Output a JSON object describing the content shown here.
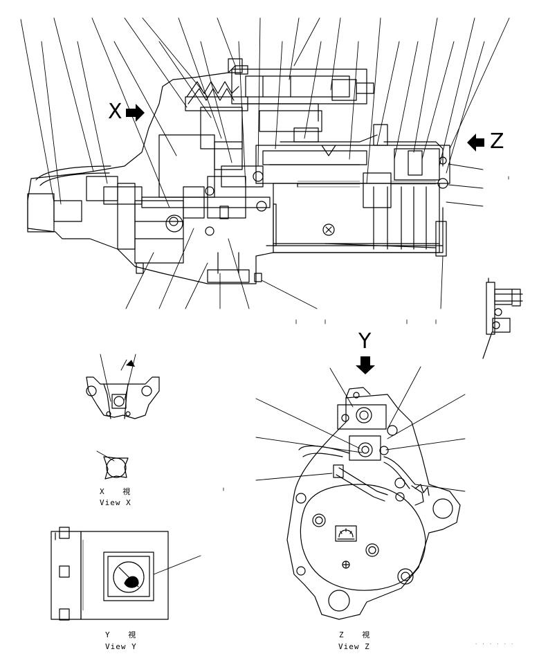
{
  "markers": {
    "x": "X",
    "y": "Y",
    "z": "Z"
  },
  "captions": {
    "view_x": {
      "jp": "X 視",
      "en": "View X"
    },
    "view_y": {
      "jp": "Y 視",
      "en": "View Y"
    },
    "view_z": {
      "jp": "Z 視",
      "en": "View Z"
    }
  },
  "footer": "· · · · · ·"
}
